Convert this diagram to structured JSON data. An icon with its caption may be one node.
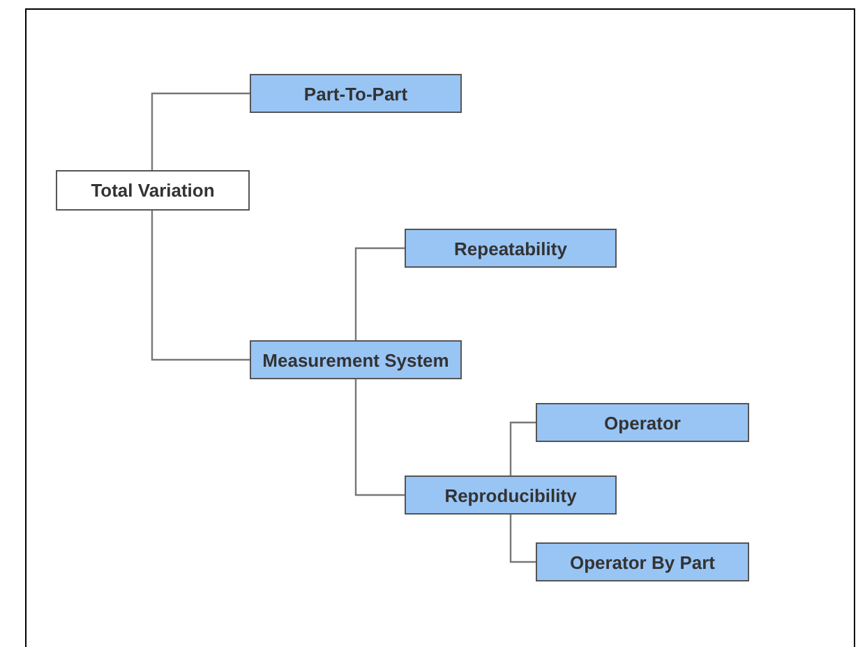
{
  "diagram": {
    "nodes": [
      {
        "text": [
          "Total Variation"
        ]
      },
      {
        "text": [
          "Part-To-Part"
        ]
      },
      {
        "text": [
          "Repeatability"
        ]
      },
      {
        "text": [
          "Measurement System"
        ]
      },
      {
        "text": [
          "Operator"
        ]
      },
      {
        "text": [
          "Reproducibility"
        ]
      },
      {
        "text": [
          "Operator By Part"
        ]
      }
    ],
    "edges": [
      {
        "from": 0,
        "to": 1,
        "arrow": "none"
      },
      {
        "from": 0,
        "to": 3,
        "arrow": "none"
      },
      {
        "from": 3,
        "to": 2,
        "arrow": "none"
      },
      {
        "from": 3,
        "to": 5,
        "arrow": "none"
      },
      {
        "from": 5,
        "to": 4,
        "arrow": "none"
      },
      {
        "from": 5,
        "to": 6,
        "arrow": "none"
      }
    ]
  }
}
